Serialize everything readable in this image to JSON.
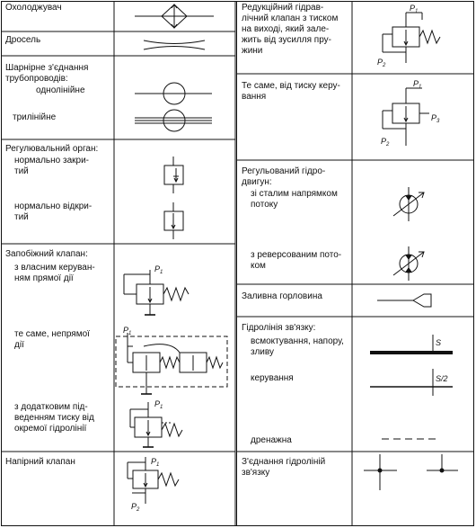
{
  "left_column": {
    "cooler": "Охолоджувач",
    "throttle": "Дросель",
    "hinge": {
      "title": "Шарнірне з'єднання\nтрубопроводів:",
      "single": "однолінійне",
      "triple": "трилінійне"
    },
    "regulating_organ": {
      "title": "Регулювальний орган:",
      "closed": "нормально закри-\nтий",
      "open": "нормально відкри-\nтий"
    },
    "safety_valve": {
      "title": "Запобіжний клапан:",
      "direct": "з власним керуван-\nням прямої дії",
      "indirect": "те саме, непрямої\nдії",
      "remote": "з додатковим під-\nведенням тиску від\nокремої гідролінії"
    },
    "pressure_valve": "Напірний клапан"
  },
  "right_column": {
    "reducing_valve": "Редукційний гідрав-\nлічний клапан з тиском\nна виході, який зале-\nжить від зусилля пру-\nжини",
    "same_control": "Те саме, від тиску керу-\nвання",
    "motor": {
      "title": "Регульований гідро-\nдвигун:",
      "constant": "зі сталим напрямком\nпотоку",
      "reversible": "з реверсованим пото-\nком"
    },
    "filler": "Заливна горловина",
    "lines": {
      "title": "Гідролінія зв'язку:",
      "suction": "всмоктування, напору,\nзливу",
      "control": "керування",
      "drain": "дренажна"
    },
    "junction": "З'єднання гідроліній\nзв'язку"
  },
  "symbol_labels": {
    "p1": "P",
    "p1_sub": "1",
    "p2": "P",
    "p2_sub": "2",
    "p3": "P",
    "p3_sub": "3",
    "s": "S",
    "s2": "S/2"
  }
}
